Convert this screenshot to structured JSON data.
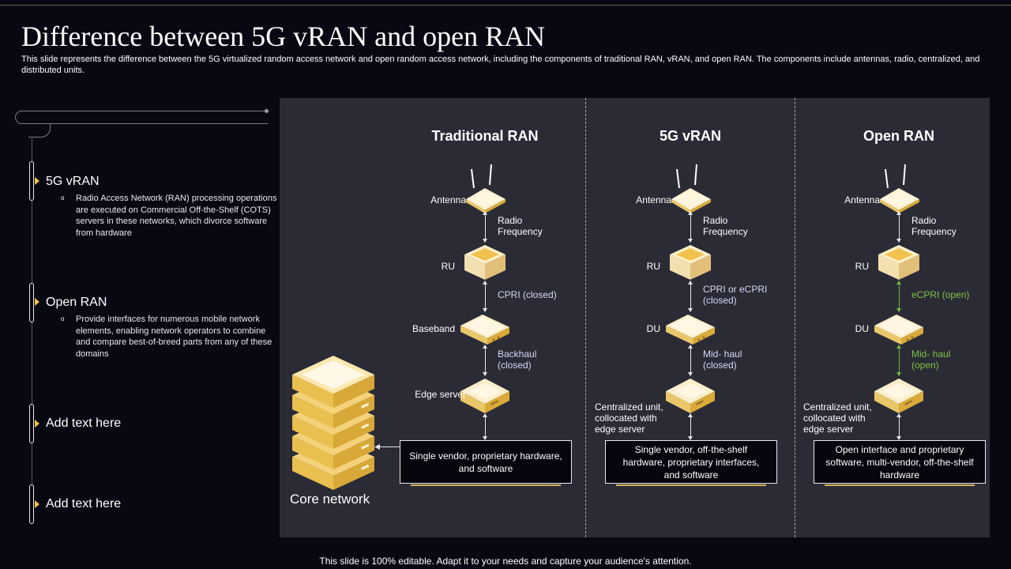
{
  "title": "Difference between 5G vRAN and open RAN",
  "subtitle": "This slide represents the difference between the 5G virtualized random access network and open random access network, including the components of traditional RAN, vRAN,  and open RAN. The components include antennas, radio, centralized, and distributed units.",
  "sidebar": {
    "items": [
      {
        "heading": "5G vRAN",
        "text": "Radio Access Network (RAN) processing operations are executed on Commercial Off-the-Shelf (COTS) servers in these networks, which divorce software from hardware"
      },
      {
        "heading": "Open RAN",
        "text": "Provide interfaces for numerous mobile network elements, enabling network operators to combine and compare best-of-breed parts from any of these domains"
      },
      {
        "heading": "Add text here",
        "text": ""
      },
      {
        "heading": "Add text here",
        "text": ""
      }
    ],
    "bullet": "o"
  },
  "diagram": {
    "core_network": "Core network",
    "columns": [
      {
        "title": "Traditional RAN",
        "antenna": "Antenna",
        "radio": "Radio\nFrequency",
        "ru": "RU",
        "link1": "CPRI (closed)",
        "unit": "Baseband",
        "link2": "Backhaul\n(closed)",
        "server": "Edge server",
        "summary": "Single vendor,  proprietary hardware,  and software"
      },
      {
        "title": "5G vRAN",
        "antenna": "Antenna",
        "radio": "Radio\nFrequency",
        "ru": "RU",
        "link1": "CPRI or eCPRI\n(closed)",
        "unit": "DU",
        "link2": "Mid- haul\n(closed)",
        "server": "Centralized unit,\ncollocated with\nedge server",
        "summary": "Single vendor,  off-the-shelf hardware,  proprietary interfaces,  and software"
      },
      {
        "title": "Open RAN",
        "antenna": "Antenna",
        "radio": "Radio\nFrequency",
        "ru": "RU",
        "link1": "eCPRI (open)",
        "unit": "DU",
        "link2": "Mid- haul\n(open)",
        "server": "Centralized unit,\ncollocated with\nedge server",
        "summary": "Open interface and proprietary software,  multi-vendor,  off-the-shelf hardware"
      }
    ]
  },
  "footer": "This slide is 100% editable. Adapt it to your needs and capture your audience's attention.",
  "colors": {
    "background": "#070812",
    "panel": "#2b2b36",
    "accent": "#f2c14e",
    "open_link": "#7fc342",
    "link_text": "#d6d8f5"
  }
}
